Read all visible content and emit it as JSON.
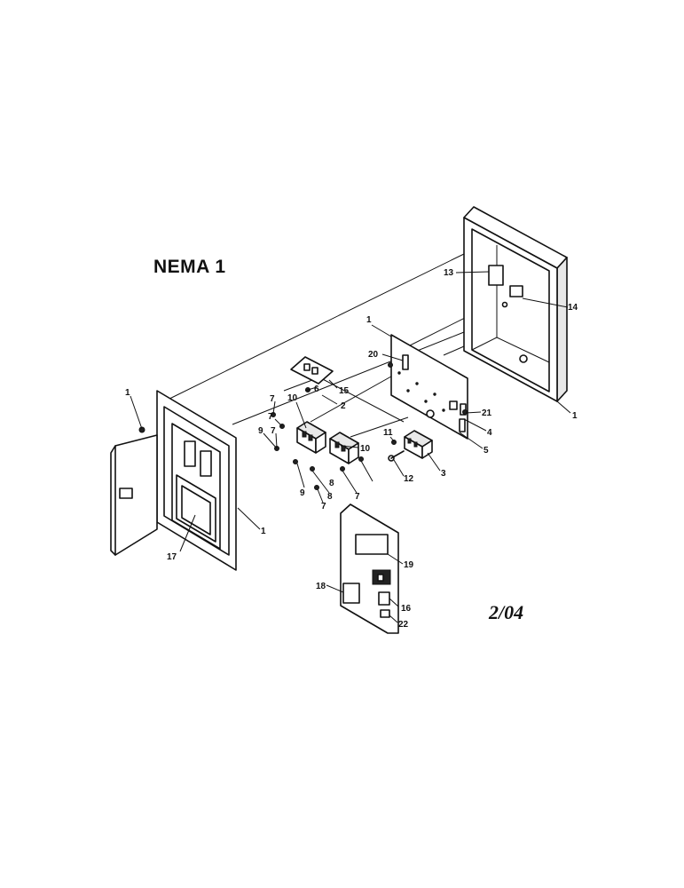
{
  "diagram": {
    "title": "NEMA 1",
    "date_code": "2/04",
    "part_labels": {
      "p1_door_screw": "1",
      "p1_front_cover": "1",
      "p1_panel": "1",
      "p1_enclosure": "1",
      "p2": "2",
      "p3": "3",
      "p4": "4",
      "p5": "5",
      "p6": "6",
      "p7_a": "7",
      "p7_b": "7",
      "p7_c": "7",
      "p7_d": "7",
      "p7_e": "7",
      "p8_a": "8",
      "p8_b": "8",
      "p9_a": "9",
      "p9_b": "9",
      "p10_a": "10",
      "p10_b": "10",
      "p11": "11",
      "p12": "12",
      "p13": "13",
      "p14": "14",
      "p15": "15",
      "p16": "16",
      "p17": "17",
      "p18": "18",
      "p19": "19",
      "p20": "20",
      "p21": "21",
      "p22": "22"
    }
  }
}
